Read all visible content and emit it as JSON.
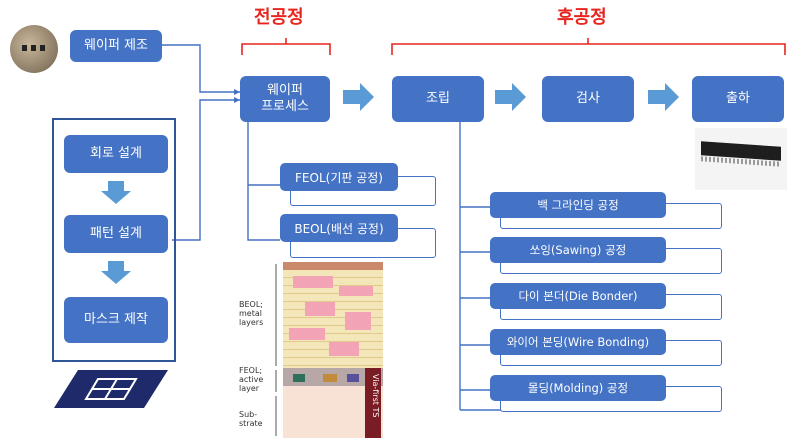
{
  "phases": {
    "front": "전공정",
    "back": "후공정"
  },
  "boxes": {
    "wafer_making": "웨이퍼 제조",
    "circuit_design": "회로 설계",
    "pattern_design": "패턴 설계",
    "mask_making": "마스크 제작",
    "wafer_process": "웨이퍼\n프로세스",
    "assembly": "조립",
    "inspection": "검사",
    "shipping": "출하"
  },
  "front_subs": [
    "FEOL(기판 공정)",
    "BEOL(배선 공정)"
  ],
  "assembly_subs": [
    "백 그라인딩 공정",
    "쏘잉(Sawing) 공정",
    "다이 본더(Die Bonder)",
    "와이어 본딩(Wire Bonding)",
    "몰딩(Molding) 공정"
  ],
  "layer_figure": {
    "beol": "BEOL;\nmetal\nlayers",
    "feol": "FEOL;\nactive\nlayer",
    "substrate": "Sub-\nstrate",
    "tsv": "Via-first TS"
  },
  "colors": {
    "box": "#4472c4",
    "phase_title": "#e8251f",
    "line": "#4472c4",
    "arrow": "#5b9bd5",
    "mask_icon": "#1f2a6b"
  },
  "icons": [
    "wafer-image",
    "chip-package-image",
    "mask-icon"
  ]
}
